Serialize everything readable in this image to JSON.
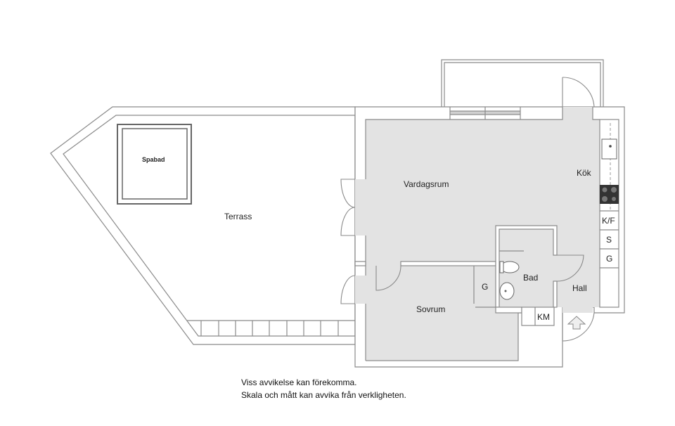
{
  "rooms": {
    "terrace": "Terrass",
    "spa": "Spabad",
    "living": "Vardagsrum",
    "kitchen": "Kök",
    "bathroom": "Bad",
    "bedroom": "Sovrum",
    "hall": "Hall",
    "wardrobe_bedroom": "G",
    "laundry": "KM",
    "fridge": "K/F",
    "storage": "S",
    "wardrobe_hall": "G"
  },
  "notes": {
    "line1": "Viss avvikelse kan förekomma.",
    "line2": "Skala och mått kan avvika från verkligheten."
  }
}
